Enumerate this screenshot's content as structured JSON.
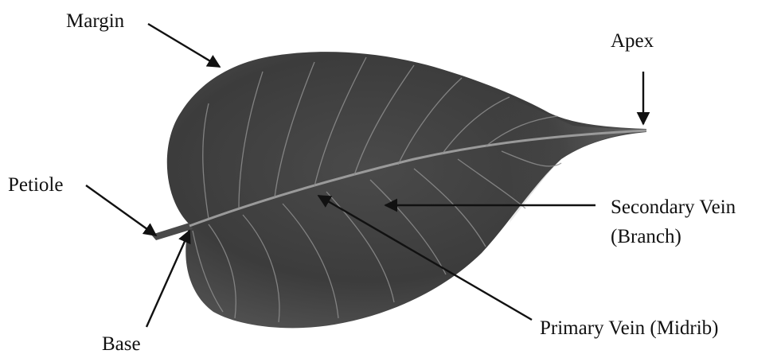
{
  "labels": {
    "margin": "Margin",
    "apex": "Apex",
    "petiole": "Petiole",
    "secondary_vein_line1": "Secondary Vein",
    "secondary_vein_line2": "(Branch)",
    "primary_vein": "Primary Vein (Midrib)",
    "base": "Base"
  },
  "colors": {
    "leaf_dark": "#3a3a3a",
    "leaf_mid": "#545454",
    "leaf_light": "#6e6e6e",
    "vein": "#a8a8a8",
    "arrow": "#111111",
    "text": "#111111"
  }
}
